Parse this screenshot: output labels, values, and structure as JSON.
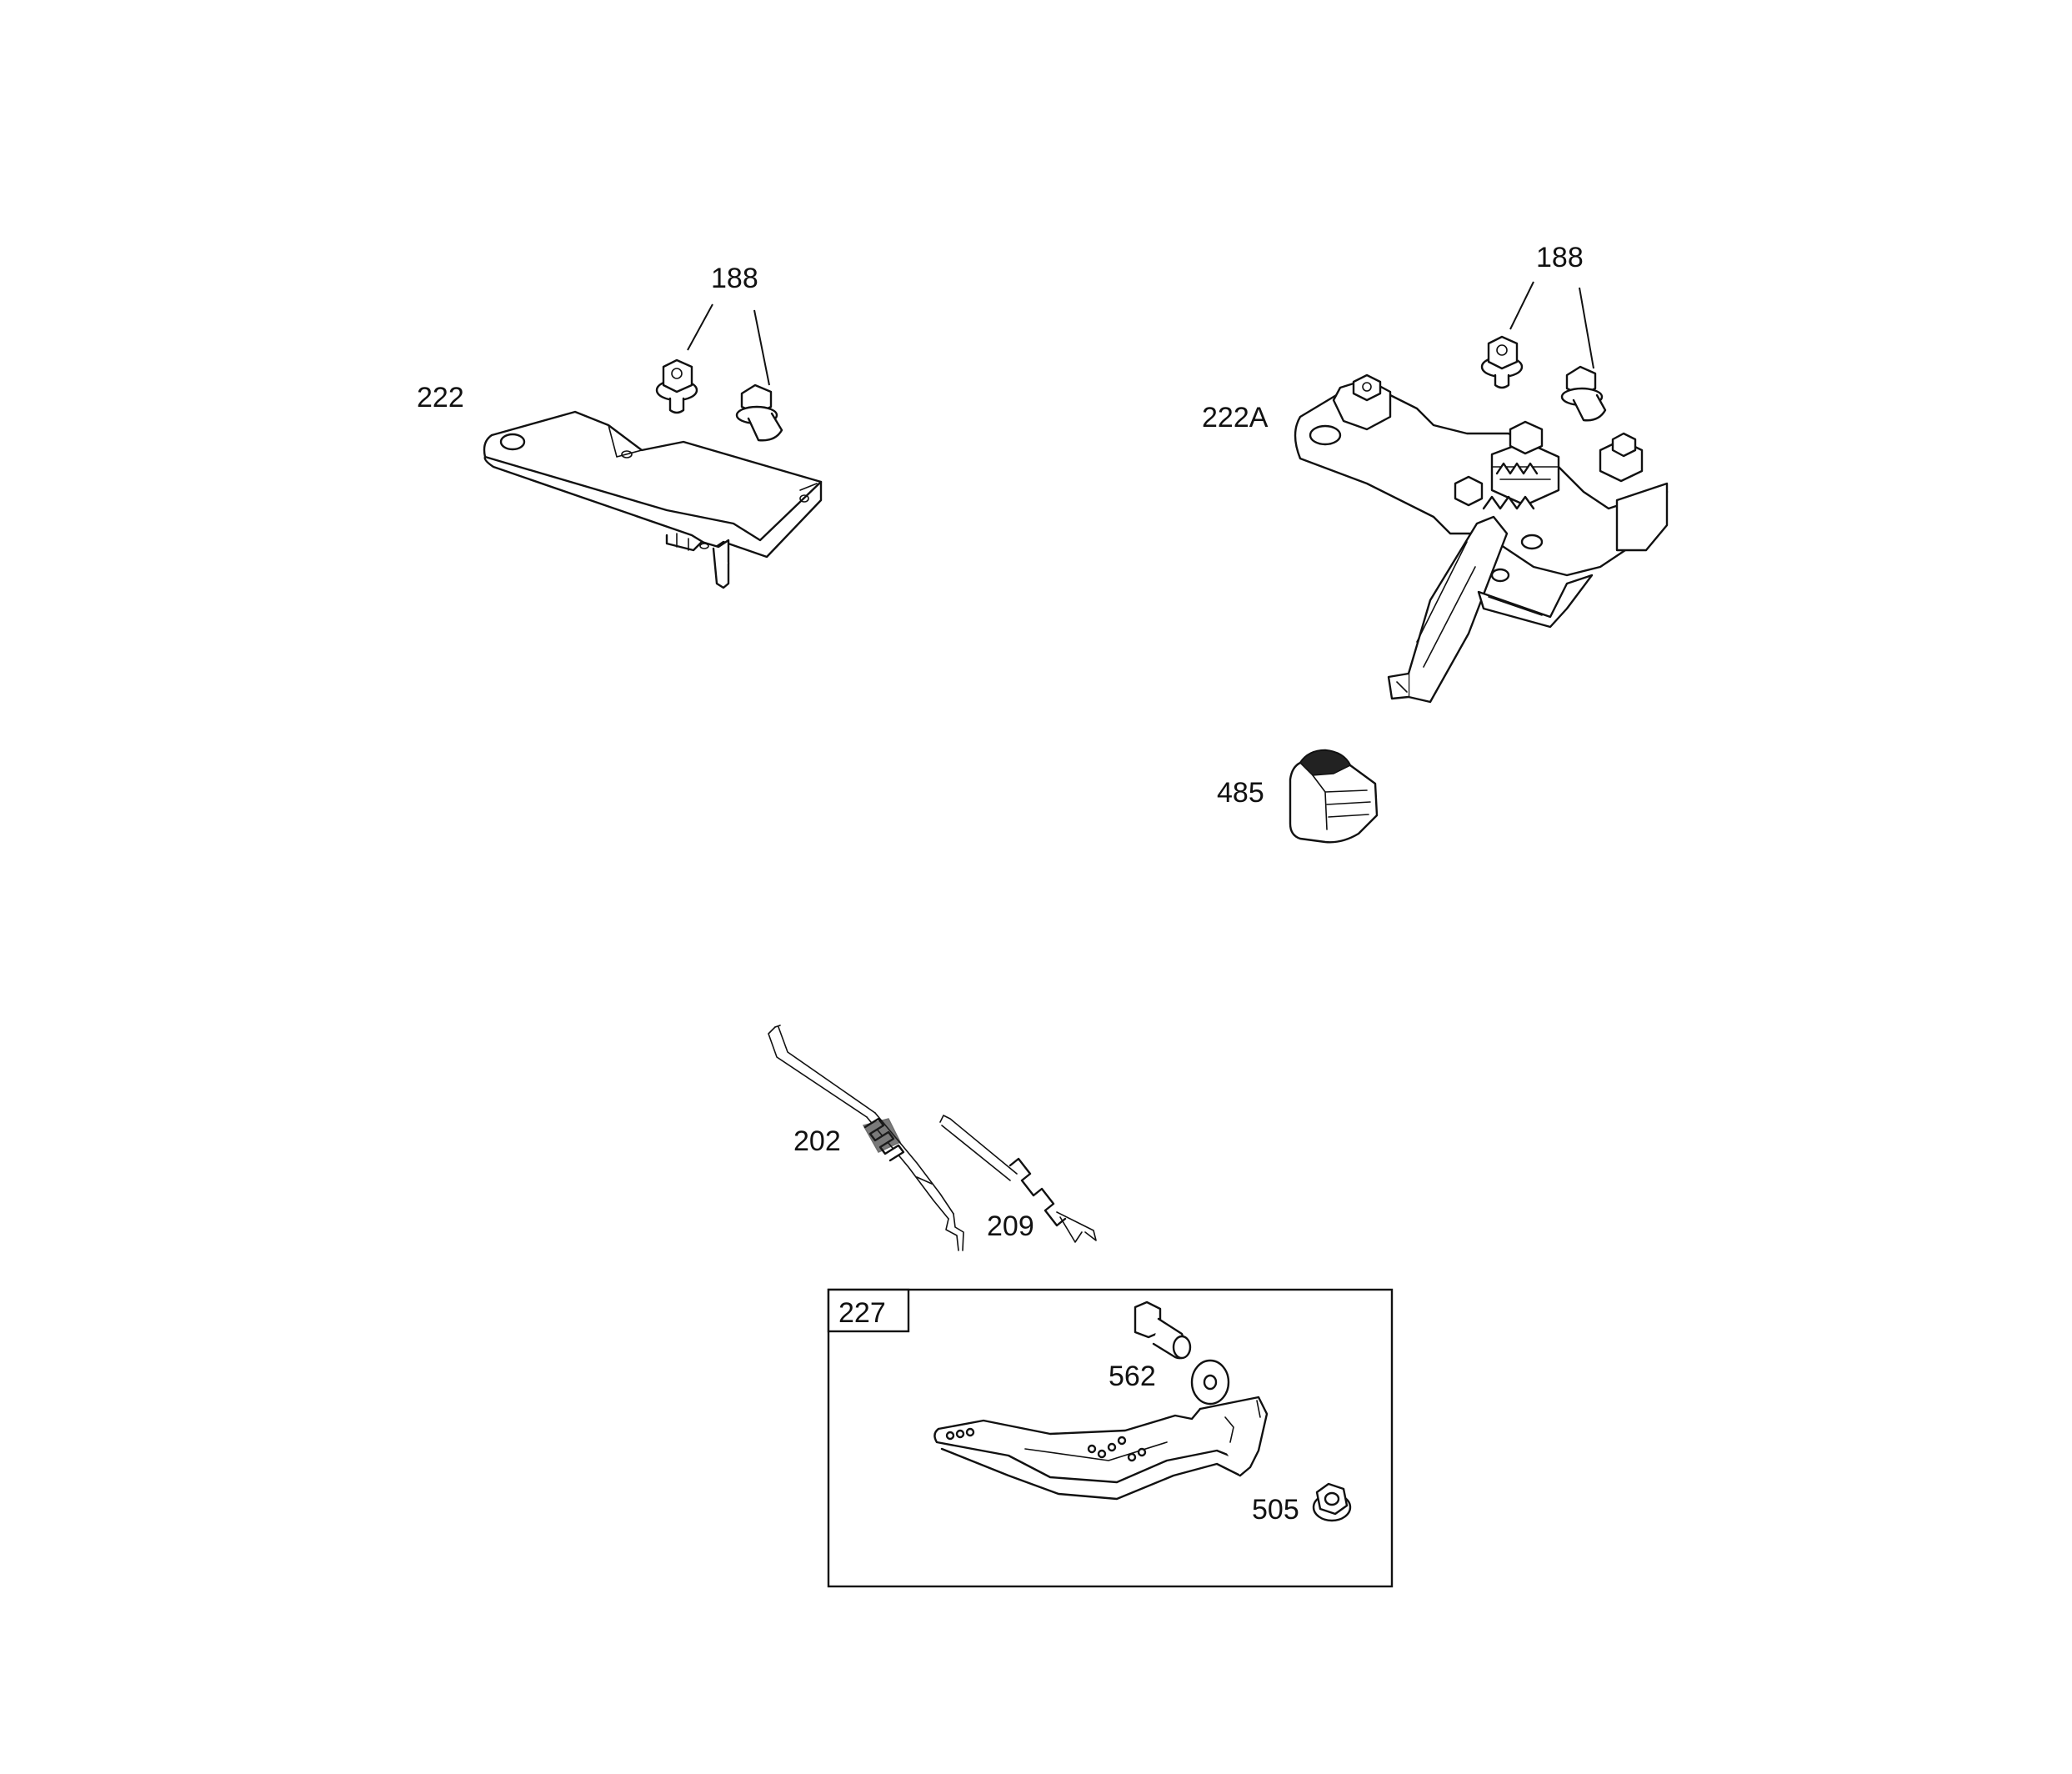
{
  "labels": {
    "p188_left": "188",
    "p222": "222",
    "p188_right": "188",
    "p222A": "222A",
    "p485": "485",
    "p202": "202",
    "p209": "209",
    "p227": "227",
    "p562": "562",
    "p505": "505"
  },
  "icons": {
    "bolt": "hex-flange-bolt-icon",
    "bracket": "control-bracket-icon",
    "lever": "governor-lever-icon"
  }
}
